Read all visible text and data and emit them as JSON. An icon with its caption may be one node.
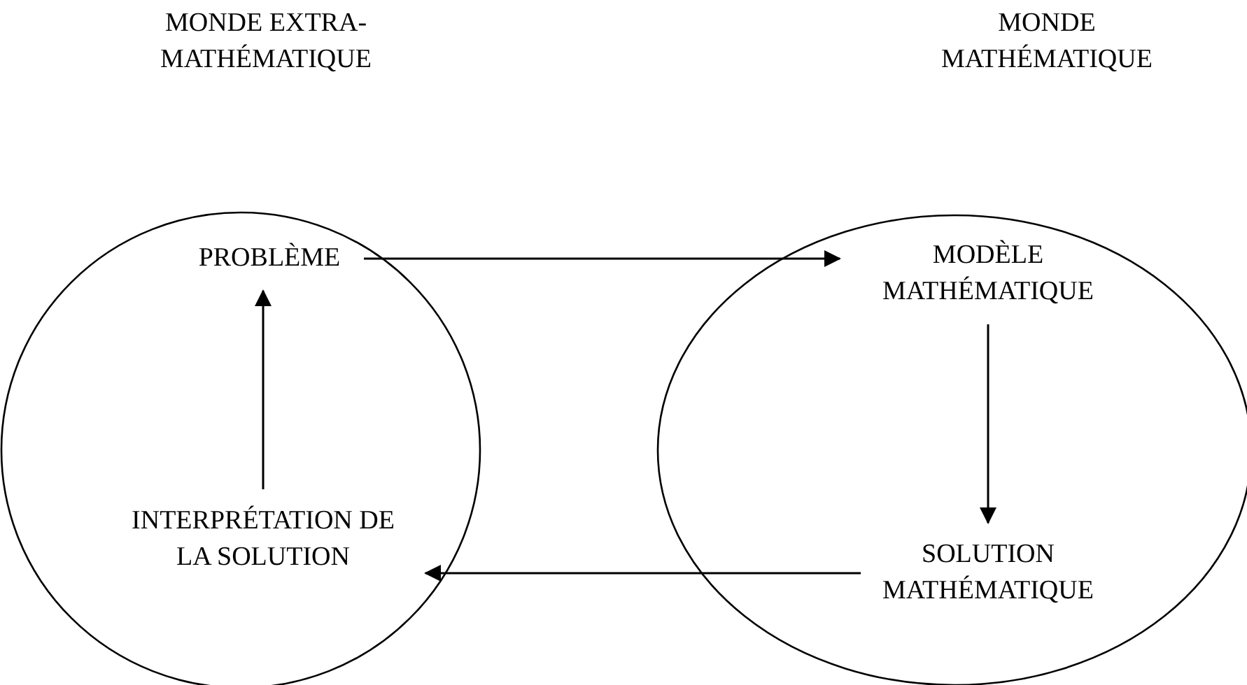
{
  "diagram": {
    "nodes": [
      {
        "text": [],
        "shape": "circle"
      },
      {
        "text": [
          "PROBLÈME"
        ],
        "in": 0
      },
      {
        "text": [
          "INTERPRÉTATION DE LA SOLUTION"
        ],
        "in": 0
      },
      {
        "text": [],
        "shape": "circle"
      },
      {
        "text": [
          "MODÈLE MATHÉMATIQUE"
        ],
        "in": 3
      },
      {
        "text": [
          "SOLUTION MATHÉMATIQUE"
        ],
        "in": 3
      }
    ],
    "edges": [
      {
        "from": 1,
        "to": 4,
        "arrow": "to"
      },
      {
        "from": 4,
        "to": 5,
        "arrow": "to"
      },
      {
        "from": 5,
        "to": 2,
        "arrow": "to"
      },
      {
        "from": 2,
        "to": 1,
        "arrow": "to"
      }
    ],
    "labels": [
      "MONDE EXTRA- MATHÉMATIQUE",
      "MONDE MATHÉMATIQUE"
    ]
  }
}
